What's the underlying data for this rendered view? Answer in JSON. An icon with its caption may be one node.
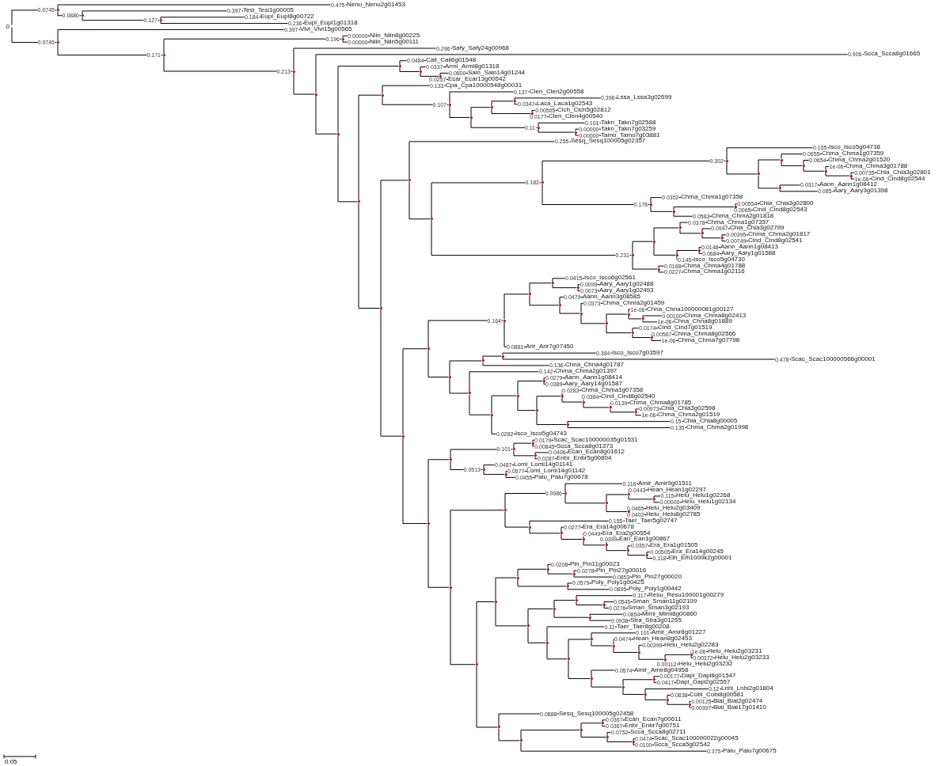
{
  "diagram": {
    "nodes": [
      {
        "text": [
          "0"
        ]
      },
      {
        "text": [],
        "shape": "dot"
      },
      {
        "text": [
          "Nenu_Nenu2g01453"
        ]
      },
      {
        "text": [],
        "shape": "dot"
      },
      {
        "text": [
          "Tesi_Tesi1g00005"
        ]
      },
      {
        "text": [],
        "shape": "dot"
      },
      {
        "text": [
          "Eupl_Eupl8g00722"
        ]
      },
      {
        "text": [
          "Eupl_Eupl1g01318"
        ]
      },
      {
        "text": [],
        "shape": "dot"
      },
      {
        "text": [
          "Vivi_Vivi15g00565"
        ]
      },
      {
        "text": [],
        "shape": "dot"
      },
      {
        "text": [],
        "shape": "dot"
      },
      {
        "text": [
          "Niin_Niin8g00225"
        ]
      },
      {
        "text": [
          "Niin_Niin5g00111"
        ]
      },
      {
        "text": [],
        "shape": "dot"
      },
      {
        "text": [
          "Safy_Safy24g00968"
        ]
      },
      {
        "text": [],
        "shape": "dot"
      },
      {
        "text": [
          "Scca_Scca8g01665"
        ]
      },
      {
        "text": [],
        "shape": "dot"
      },
      {
        "text": [],
        "shape": "dot"
      },
      {
        "text": [
          "Cali_Cali6g01548"
        ]
      },
      {
        "text": [],
        "shape": "dot"
      },
      {
        "text": [
          "Armi_Armi8g01318"
        ]
      },
      {
        "text": [],
        "shape": "dot"
      },
      {
        "text": [
          "Sain_Sain14g01244"
        ]
      },
      {
        "text": [
          "Ecar_Ecar13g00542"
        ]
      },
      {
        "text": [],
        "shape": "dot"
      },
      {
        "text": [],
        "shape": "dot"
      },
      {
        "text": [
          "Cpa_Cpa10000548g00031"
        ]
      },
      {
        "text": [],
        "shape": "dot"
      },
      {
        "text": [
          "Clen_Clen2g00558"
        ]
      },
      {
        "text": [],
        "shape": "dot"
      },
      {
        "text": [],
        "shape": "dot"
      },
      {
        "text": [],
        "shape": "dot"
      },
      {
        "text": [
          "Lssa_Lssa3g02699"
        ]
      },
      {
        "text": [
          "Laca_Laca1g02543"
        ]
      },
      {
        "text": [],
        "shape": "dot"
      },
      {
        "text": [
          "Cich_Cich5g02812"
        ]
      },
      {
        "text": [
          "Clen_Clen4g00540"
        ]
      },
      {
        "text": [],
        "shape": "dot"
      },
      {
        "text": [
          "Takn_Takn7g02588"
        ]
      },
      {
        "text": [],
        "shape": "dot"
      },
      {
        "text": [
          "Takn_Takn7g03259"
        ]
      },
      {
        "text": [
          "Tamo_Tamo7g03881"
        ]
      },
      {
        "text": [],
        "shape": "dot"
      },
      {
        "text": [],
        "shape": "dot"
      },
      {
        "text": [
          "Sesq_Sesq100005g02357"
        ]
      },
      {
        "text": [],
        "shape": "dot"
      },
      {
        "text": [],
        "shape": "dot"
      },
      {
        "text": [],
        "shape": "dot"
      },
      {
        "text": [
          "Isco_Isco5g04738"
        ]
      },
      {
        "text": [],
        "shape": "dot"
      },
      {
        "text": [],
        "shape": "dot"
      },
      {
        "text": [
          "Chma_Chma1g07359"
        ]
      },
      {
        "text": [],
        "shape": "dot"
      },
      {
        "text": [
          "Chma_Chma2g01520"
        ]
      },
      {
        "text": [],
        "shape": "dot"
      },
      {
        "text": [
          "Chma_Chma3g01788"
        ]
      },
      {
        "text": [],
        "shape": "dot"
      },
      {
        "text": [
          "Chia_Chia3g02801"
        ]
      },
      {
        "text": [
          "Cind_Cind8g02544"
        ]
      },
      {
        "text": [],
        "shape": "dot"
      },
      {
        "text": [
          "Aann_Aann1g08412"
        ]
      },
      {
        "text": [
          "Aary_Aary3g01398"
        ]
      },
      {
        "text": [],
        "shape": "dot"
      },
      {
        "text": [
          "Chma_Chma1g07358"
        ]
      },
      {
        "text": [],
        "shape": "dot"
      },
      {
        "text": [],
        "shape": "dot"
      },
      {
        "text": [
          "Chia_Chia3g02800"
        ]
      },
      {
        "text": [
          "Cind_Cind8g02543"
        ]
      },
      {
        "text": [
          "Chma_Chma2g01818"
        ]
      },
      {
        "text": [],
        "shape": "dot"
      },
      {
        "text": [],
        "shape": "dot"
      },
      {
        "text": [],
        "shape": "dot"
      },
      {
        "text": [
          "Chma_Chma1g07357"
        ]
      },
      {
        "text": [],
        "shape": "dot"
      },
      {
        "text": [
          "Chia_Chia3g02799"
        ]
      },
      {
        "text": [],
        "shape": "dot"
      },
      {
        "text": [
          "Chma_Chma2g01817"
        ]
      },
      {
        "text": [
          "Cind_Cind8g02541"
        ]
      },
      {
        "text": [],
        "shape": "dot"
      },
      {
        "text": [],
        "shape": "dot"
      },
      {
        "text": [
          "Aann_Aann1g08413"
        ]
      },
      {
        "text": [
          "Aary_Aary1g01588"
        ]
      },
      {
        "text": [
          "Isco_Isco5g04730"
        ]
      },
      {
        "text": [],
        "shape": "dot"
      },
      {
        "text": [
          "Chma_Chma4g01788"
        ]
      },
      {
        "text": [
          "Chma_Chma1g02116"
        ]
      },
      {
        "text": [],
        "shape": "dot"
      },
      {
        "text": [],
        "shape": "dot"
      },
      {
        "text": [],
        "shape": "dot"
      },
      {
        "text": [],
        "shape": "dot"
      },
      {
        "text": [],
        "shape": "dot"
      },
      {
        "text": [
          "Isco_Isco6g02561"
        ]
      },
      {
        "text": [],
        "shape": "dot"
      },
      {
        "text": [
          "Aary_Aary1g02488"
        ]
      },
      {
        "text": [
          "Aary_Aary1g02493"
        ]
      },
      {
        "text": [],
        "shape": "dot"
      },
      {
        "text": [
          "Aann_Aann3g08585"
        ]
      },
      {
        "text": [],
        "shape": "dot"
      },
      {
        "text": [
          "Chma_Chma2g01459"
        ]
      },
      {
        "text": [],
        "shape": "dot"
      },
      {
        "text": [],
        "shape": "dot"
      },
      {
        "text": [
          "Chna_Chna100000081g00127"
        ]
      },
      {
        "text": [],
        "shape": "dot"
      },
      {
        "text": [
          "Chma_Chma8g02413"
        ]
      },
      {
        "text": [
          "Chna_Chna8g01889"
        ]
      },
      {
        "text": [],
        "shape": "dot"
      },
      {
        "text": [
          "Cind_Cind7g01519"
        ]
      },
      {
        "text": [],
        "shape": "dot"
      },
      {
        "text": [
          "Chma_Chma8g02566"
        ]
      },
      {
        "text": [
          "Chma_Chma7g07798"
        ]
      },
      {
        "text": [
          "Arir_Arir7g07450"
        ]
      },
      {
        "text": [],
        "shape": "dot"
      },
      {
        "text": [],
        "shape": "dot"
      },
      {
        "text": [],
        "shape": "dot"
      },
      {
        "text": [
          "Isco_Isco7g03597"
        ]
      },
      {
        "text": [
          "Scac_Scac100000566g00001"
        ]
      },
      {
        "text": [
          "Chna_Chna4g01787"
        ]
      },
      {
        "text": [],
        "shape": "dot"
      },
      {
        "text": [
          "Chma_Chma2g01397"
        ]
      },
      {
        "text": [],
        "shape": "dot"
      },
      {
        "text": [],
        "shape": "dot"
      },
      {
        "text": [],
        "shape": "dot"
      },
      {
        "text": [
          "Aann_Aann1g08414"
        ]
      },
      {
        "text": [
          "Aary_Aary14g01587"
        ]
      },
      {
        "text": [],
        "shape": "dot"
      },
      {
        "text": [],
        "shape": "dot"
      },
      {
        "text": [
          "Chma_Chma1g07358"
        ]
      },
      {
        "text": [],
        "shape": "dot"
      },
      {
        "text": [
          "Cind_Cind8g02540"
        ]
      },
      {
        "text": [],
        "shape": "dot"
      },
      {
        "text": [
          "Chma_Chma8g01785"
        ]
      },
      {
        "text": [],
        "shape": "dot"
      },
      {
        "text": [
          "Chia_Chia3g02598"
        ]
      },
      {
        "text": [
          "Chma_Chma2g01519"
        ]
      },
      {
        "text": [],
        "shape": "dot"
      },
      {
        "text": [
          "Chia_Chia8g00005"
        ]
      },
      {
        "text": [
          "Chma_Chma2g01998"
        ]
      },
      {
        "text": [
          "Isco_Isco5g04743"
        ]
      },
      {
        "text": [],
        "shape": "dot"
      },
      {
        "text": [],
        "shape": "dot"
      },
      {
        "text": [],
        "shape": "dot"
      },
      {
        "text": [],
        "shape": "dot"
      },
      {
        "text": [
          "Scac_Scac100000035g01531"
        ]
      },
      {
        "text": [
          "Scca_Scca8g01373"
        ]
      },
      {
        "text": [],
        "shape": "dot"
      },
      {
        "text": [
          "Ecan_Ecan8g01612"
        ]
      },
      {
        "text": [
          "Enbr_Enbr5g00804"
        ]
      },
      {
        "text": [],
        "shape": "dot"
      },
      {
        "text": [
          "Lomi_Lomi14g01141"
        ]
      },
      {
        "text": [],
        "shape": "dot"
      },
      {
        "text": [
          "Lomi_Lomi14g01142"
        ]
      },
      {
        "text": [
          "Palu_Palu7g00678"
        ]
      },
      {
        "text": [],
        "shape": "dot"
      },
      {
        "text": [],
        "shape": "dot"
      },
      {
        "text": [],
        "shape": "dot"
      },
      {
        "text": [
          "Amir_Amir9g01511"
        ]
      },
      {
        "text": [],
        "shape": "dot"
      },
      {
        "text": [],
        "shape": "dot"
      },
      {
        "text": [
          "Hean_Hean1g02297"
        ]
      },
      {
        "text": [],
        "shape": "dot"
      },
      {
        "text": [
          "Helu_Helu1g02268"
        ]
      },
      {
        "text": [
          "Helu_Helu1g02134"
        ]
      },
      {
        "text": [],
        "shape": "dot"
      },
      {
        "text": [
          "Helu_Helu2g03409"
        ]
      },
      {
        "text": [
          "Helu_Helu8g02785"
        ]
      },
      {
        "text": [],
        "shape": "dot"
      },
      {
        "text": [
          "Taer_Taer5g02747"
        ]
      },
      {
        "text": [],
        "shape": "dot"
      },
      {
        "text": [
          "Era_Era14g00678"
        ]
      },
      {
        "text": [],
        "shape": "dot"
      },
      {
        "text": [
          "Era_Era2g00554"
        ]
      },
      {
        "text": [],
        "shape": "dot"
      },
      {
        "text": [
          "Ean_Ean1g00867"
        ]
      },
      {
        "text": [],
        "shape": "dot"
      },
      {
        "text": [
          "Era_Era1g01505"
        ]
      },
      {
        "text": [],
        "shape": "dot"
      },
      {
        "text": [
          "Era_Era14g00245"
        ]
      },
      {
        "text": [
          "Elh_Elh1000k2g00001"
        ]
      },
      {
        "text": [],
        "shape": "dot"
      },
      {
        "text": [],
        "shape": "dot"
      },
      {
        "text": [],
        "shape": "dot"
      },
      {
        "text": [],
        "shape": "dot"
      },
      {
        "text": [
          "Pin_Pin11g00023"
        ]
      },
      {
        "text": [],
        "shape": "dot"
      },
      {
        "text": [
          "Pin_Pin27g00016"
        ]
      },
      {
        "text": [
          "Pin_Pin27g00020"
        ]
      },
      {
        "text": [],
        "shape": "dot"
      },
      {
        "text": [
          "Poly_Poly1g00425"
        ]
      },
      {
        "text": [
          "Poly_Poly1g00442"
        ]
      },
      {
        "text": [],
        "shape": "dot"
      },
      {
        "text": [],
        "shape": "dot"
      },
      {
        "text": [],
        "shape": "dot"
      },
      {
        "text": [
          "Resu_Resu100001g00279"
        ]
      },
      {
        "text": [],
        "shape": "dot"
      },
      {
        "text": [
          "Sman_Sman11g02109"
        ]
      },
      {
        "text": [
          "Sman_Sman3g02193"
        ]
      },
      {
        "text": [],
        "shape": "dot"
      },
      {
        "text": [
          "Mimi_Mimi8g00860"
        ]
      },
      {
        "text": [
          "Stra_Stra3g01255"
        ]
      },
      {
        "text": [],
        "shape": "dot"
      },
      {
        "text": [
          "Taer_Taer8g00208"
        ]
      },
      {
        "text": [],
        "shape": "dot"
      },
      {
        "text": [],
        "shape": "dot"
      },
      {
        "text": [
          "Amir_Amir8g01227"
        ]
      },
      {
        "text": [],
        "shape": "dot"
      },
      {
        "text": [
          "Hean_Hean8g02453"
        ]
      },
      {
        "text": [],
        "shape": "dot"
      },
      {
        "text": [
          "Helu_Helu2g02283"
        ]
      },
      {
        "text": [],
        "shape": "dot"
      },
      {
        "text": [],
        "shape": "dot"
      },
      {
        "text": [
          "Helu_Helu2g03231"
        ]
      },
      {
        "text": [
          "Helu_Helu2g03233"
        ]
      },
      {
        "text": [
          "Helu_Helu2g03232"
        ]
      },
      {
        "text": [],
        "shape": "dot"
      },
      {
        "text": [
          "Amir_Amir8g04958"
        ]
      },
      {
        "text": [],
        "shape": "dot"
      },
      {
        "text": [],
        "shape": "dot"
      },
      {
        "text": [
          "Dapi_Dapi8g01547"
        ]
      },
      {
        "text": [
          "Dapi_Dapi2g02557"
        ]
      },
      {
        "text": [],
        "shape": "dot"
      },
      {
        "text": [
          "Lnhi_Lnhi2g01804"
        ]
      },
      {
        "text": [],
        "shape": "dot"
      },
      {
        "text": [
          "Cobi_Cobi8g00581"
        ]
      },
      {
        "text": [],
        "shape": "dot"
      },
      {
        "text": [
          "Biai_Biai2g02474"
        ]
      },
      {
        "text": [
          "Biai_Biai17g01410"
        ]
      },
      {
        "text": [],
        "shape": "dot"
      },
      {
        "text": [
          "Sesq_Sesq100005g02458"
        ]
      },
      {
        "text": [],
        "shape": "dot"
      },
      {
        "text": [],
        "shape": "dot"
      },
      {
        "text": [],
        "shape": "dot"
      },
      {
        "text": [
          "Ecan_Ecan7g00611"
        ]
      },
      {
        "text": [
          "Enbr_Enbr7g00751"
        ]
      },
      {
        "text": [],
        "shape": "dot"
      },
      {
        "text": [
          "Scca_Scca8g02711"
        ]
      },
      {
        "text": [],
        "shape": "dot"
      },
      {
        "text": [
          "Scac_Scac100000022g00045"
        ]
      },
      {
        "text": [
          "Scca_Scca5g02542"
        ]
      },
      {
        "text": [
          "Palu_Palu7g00675"
        ]
      }
    ],
    "edges": [
      {
        "from": 0,
        "to": 1,
        "arrow": "none",
        "label": "0.0745"
      },
      {
        "from": 1,
        "to": 2,
        "arrow": "none",
        "label": "0.475"
      },
      {
        "from": 1,
        "to": 3,
        "arrow": "none",
        "label": "0.0880"
      },
      {
        "from": 3,
        "to": 4,
        "arrow": "none",
        "label": "0.397"
      },
      {
        "from": 3,
        "to": 5,
        "arrow": "none",
        "label": "0.127"
      },
      {
        "from": 5,
        "to": 6,
        "arrow": "none",
        "label": "0.184"
      },
      {
        "from": 5,
        "to": 7,
        "arrow": "none",
        "label": "0.236"
      },
      {
        "from": 0,
        "to": 8,
        "arrow": "none",
        "label": "0.0745"
      },
      {
        "from": 8,
        "to": 9,
        "arrow": "none",
        "label": "0.397"
      },
      {
        "from": 8,
        "to": 10,
        "arrow": "none",
        "label": "0.171"
      },
      {
        "from": 10,
        "to": 11,
        "arrow": "none",
        "label": "0.196"
      },
      {
        "from": 11,
        "to": 12,
        "arrow": "none",
        "label": "0.00000"
      },
      {
        "from": 11,
        "to": 13,
        "arrow": "none",
        "label": "0.00000"
      },
      {
        "from": 10,
        "to": 14,
        "arrow": "none",
        "label": "0.213"
      },
      {
        "from": 14,
        "to": 15,
        "arrow": "none",
        "label": "0.296"
      },
      {
        "from": 14,
        "to": 16,
        "arrow": "none"
      },
      {
        "from": 16,
        "to": 17,
        "arrow": "none",
        "label": "0.906"
      },
      {
        "from": 16,
        "to": 18,
        "arrow": "none"
      },
      {
        "from": 18,
        "to": 19,
        "arrow": "none"
      },
      {
        "from": 19,
        "to": 20,
        "arrow": "none",
        "label": "0.0484"
      },
      {
        "from": 19,
        "to": 21,
        "arrow": "none"
      },
      {
        "from": 21,
        "to": 22,
        "arrow": "none",
        "label": "0.0337"
      },
      {
        "from": 21,
        "to": 23,
        "arrow": "none"
      },
      {
        "from": 23,
        "to": 24,
        "arrow": "none",
        "label": "0.0800"
      },
      {
        "from": 23,
        "to": 25,
        "arrow": "none",
        "label": "0.0257"
      },
      {
        "from": 18,
        "to": 26,
        "arrow": "none"
      },
      {
        "from": 26,
        "to": 27,
        "arrow": "none"
      },
      {
        "from": 27,
        "to": 28,
        "arrow": "none",
        "label": "0.133"
      },
      {
        "from": 27,
        "to": 29,
        "arrow": "none",
        "label": "0.107"
      },
      {
        "from": 29,
        "to": 30,
        "arrow": "none",
        "label": "0.137"
      },
      {
        "from": 29,
        "to": 31,
        "arrow": "none"
      },
      {
        "from": 31,
        "to": 32,
        "arrow": "none"
      },
      {
        "from": 32,
        "to": 33,
        "arrow": "none"
      },
      {
        "from": 33,
        "to": 34,
        "arrow": "none",
        "label": "0.398"
      },
      {
        "from": 33,
        "to": 35,
        "arrow": "none",
        "label": "0.0347"
      },
      {
        "from": 32,
        "to": 36,
        "arrow": "none"
      },
      {
        "from": 36,
        "to": 37,
        "arrow": "none",
        "label": "0.00565"
      },
      {
        "from": 36,
        "to": 38,
        "arrow": "none",
        "label": "0.0177"
      },
      {
        "from": 31,
        "to": 39,
        "arrow": "none",
        "label": "0.11"
      },
      {
        "from": 39,
        "to": 40,
        "arrow": "none",
        "label": "0.101"
      },
      {
        "from": 39,
        "to": 41,
        "arrow": "none"
      },
      {
        "from": 41,
        "to": 42,
        "arrow": "none",
        "label": "0.00000"
      },
      {
        "from": 41,
        "to": 43,
        "arrow": "none",
        "label": "0.00000"
      },
      {
        "from": 26,
        "to": 44,
        "arrow": "none"
      },
      {
        "from": 44,
        "to": 45,
        "arrow": "none"
      },
      {
        "from": 45,
        "to": 46,
        "arrow": "none",
        "label": "0.255"
      },
      {
        "from": 45,
        "to": 47,
        "arrow": "none"
      },
      {
        "from": 47,
        "to": 48,
        "arrow": "none",
        "label": "0.182"
      },
      {
        "from": 48,
        "to": 49,
        "arrow": "none",
        "label": "0.302"
      },
      {
        "from": 49,
        "to": 50,
        "arrow": "none",
        "label": "0.155"
      },
      {
        "from": 49,
        "to": 51,
        "arrow": "none"
      },
      {
        "from": 51,
        "to": 52,
        "arrow": "none"
      },
      {
        "from": 52,
        "to": 53,
        "arrow": "none",
        "label": "0.0655"
      },
      {
        "from": 52,
        "to": 54,
        "arrow": "none"
      },
      {
        "from": 54,
        "to": 55,
        "arrow": "none",
        "label": "0.0654"
      },
      {
        "from": 54,
        "to": 56,
        "arrow": "none"
      },
      {
        "from": 56,
        "to": 57,
        "arrow": "none",
        "label": "1e-06"
      },
      {
        "from": 56,
        "to": 58,
        "arrow": "none"
      },
      {
        "from": 58,
        "to": 59,
        "arrow": "none",
        "label": "0.00735"
      },
      {
        "from": 58,
        "to": 60,
        "arrow": "none",
        "label": "1e-06"
      },
      {
        "from": 51,
        "to": 61,
        "arrow": "none"
      },
      {
        "from": 61,
        "to": 62,
        "arrow": "none",
        "label": "0.0317"
      },
      {
        "from": 61,
        "to": 63,
        "arrow": "none",
        "label": "0.085"
      },
      {
        "from": 48,
        "to": 64,
        "arrow": "none",
        "label": "0.178"
      },
      {
        "from": 64,
        "to": 65,
        "arrow": "none",
        "label": "0.0352"
      },
      {
        "from": 64,
        "to": 66,
        "arrow": "none"
      },
      {
        "from": 66,
        "to": 67,
        "arrow": "none"
      },
      {
        "from": 67,
        "to": 68,
        "arrow": "none",
        "label": "0.00554"
      },
      {
        "from": 67,
        "to": 69,
        "arrow": "none",
        "label": "0.0065"
      },
      {
        "from": 66,
        "to": 70,
        "arrow": "none",
        "label": "0.0583"
      },
      {
        "from": 47,
        "to": 71,
        "arrow": "none",
        "label": "0.231"
      },
      {
        "from": 71,
        "to": 72,
        "arrow": "none"
      },
      {
        "from": 72,
        "to": 73,
        "arrow": "none"
      },
      {
        "from": 73,
        "to": 74,
        "arrow": "none",
        "label": "0.0378"
      },
      {
        "from": 73,
        "to": 75,
        "arrow": "none"
      },
      {
        "from": 75,
        "to": 76,
        "arrow": "none",
        "label": "0.0997"
      },
      {
        "from": 75,
        "to": 77,
        "arrow": "none"
      },
      {
        "from": 77,
        "to": 78,
        "arrow": "none",
        "label": "0.00395"
      },
      {
        "from": 77,
        "to": 79,
        "arrow": "none",
        "label": "0.00749"
      },
      {
        "from": 72,
        "to": 80,
        "arrow": "none"
      },
      {
        "from": 80,
        "to": 81,
        "arrow": "none"
      },
      {
        "from": 81,
        "to": 82,
        "arrow": "none",
        "label": "0.0148"
      },
      {
        "from": 81,
        "to": 83,
        "arrow": "none",
        "label": "0.0684"
      },
      {
        "from": 80,
        "to": 84,
        "arrow": "none",
        "label": "0.145"
      },
      {
        "from": 71,
        "to": 85,
        "arrow": "none"
      },
      {
        "from": 85,
        "to": 86,
        "arrow": "none",
        "label": "0.0168"
      },
      {
        "from": 85,
        "to": 87,
        "arrow": "none",
        "label": "0.0227"
      },
      {
        "from": 44,
        "to": 88,
        "arrow": "none"
      },
      {
        "from": 88,
        "to": 89,
        "arrow": "none"
      },
      {
        "from": 89,
        "to": 90,
        "arrow": "none",
        "label": "0.164"
      },
      {
        "from": 90,
        "to": 91,
        "arrow": "none"
      },
      {
        "from": 91,
        "to": 92,
        "arrow": "none"
      },
      {
        "from": 92,
        "to": 93,
        "arrow": "none",
        "label": "0.0415"
      },
      {
        "from": 92,
        "to": 94,
        "arrow": "none"
      },
      {
        "from": 94,
        "to": 95,
        "arrow": "none",
        "label": "0.0099"
      },
      {
        "from": 94,
        "to": 96,
        "arrow": "none",
        "label": "0.0073"
      },
      {
        "from": 91,
        "to": 97,
        "arrow": "none"
      },
      {
        "from": 97,
        "to": 98,
        "arrow": "none",
        "label": "0.0479"
      },
      {
        "from": 97,
        "to": 99,
        "arrow": "none"
      },
      {
        "from": 99,
        "to": 100,
        "arrow": "none",
        "label": "0.0373"
      },
      {
        "from": 99,
        "to": 101,
        "arrow": "none"
      },
      {
        "from": 101,
        "to": 102,
        "arrow": "none"
      },
      {
        "from": 102,
        "to": 103,
        "arrow": "none",
        "label": "1e-06"
      },
      {
        "from": 102,
        "to": 104,
        "arrow": "none"
      },
      {
        "from": 104,
        "to": 105,
        "arrow": "none",
        "label": "0.00100"
      },
      {
        "from": 104,
        "to": 106,
        "arrow": "none",
        "label": "1e-06"
      },
      {
        "from": 101,
        "to": 107,
        "arrow": "none"
      },
      {
        "from": 107,
        "to": 108,
        "arrow": "none",
        "label": "0.0174"
      },
      {
        "from": 107,
        "to": 109,
        "arrow": "none"
      },
      {
        "from": 109,
        "to": 110,
        "arrow": "none",
        "label": "0.00567"
      },
      {
        "from": 109,
        "to": 111,
        "arrow": "none",
        "label": "1e-06"
      },
      {
        "from": 90,
        "to": 112,
        "arrow": "none",
        "label": "0.0881"
      },
      {
        "from": 89,
        "to": 113,
        "arrow": "none"
      },
      {
        "from": 113,
        "to": 114,
        "arrow": "none"
      },
      {
        "from": 114,
        "to": 115,
        "arrow": "none"
      },
      {
        "from": 115,
        "to": 116,
        "arrow": "none",
        "label": "0.384"
      },
      {
        "from": 115,
        "to": 117,
        "arrow": "none",
        "label": "0.478"
      },
      {
        "from": 114,
        "to": 118,
        "arrow": "none",
        "label": "0.136"
      },
      {
        "from": 113,
        "to": 119,
        "arrow": "none"
      },
      {
        "from": 119,
        "to": 120,
        "arrow": "none",
        "label": "0.142"
      },
      {
        "from": 119,
        "to": 121,
        "arrow": "none"
      },
      {
        "from": 121,
        "to": 122,
        "arrow": "none"
      },
      {
        "from": 122,
        "to": 123,
        "arrow": "none"
      },
      {
        "from": 123,
        "to": 124,
        "arrow": "none",
        "label": "0.0279"
      },
      {
        "from": 123,
        "to": 125,
        "arrow": "none",
        "label": "0.0389"
      },
      {
        "from": 122,
        "to": 126,
        "arrow": "none"
      },
      {
        "from": 126,
        "to": 127,
        "arrow": "none"
      },
      {
        "from": 127,
        "to": 128,
        "arrow": "none",
        "label": "0.0283"
      },
      {
        "from": 127,
        "to": 129,
        "arrow": "none"
      },
      {
        "from": 129,
        "to": 130,
        "arrow": "none",
        "label": "0.0364"
      },
      {
        "from": 129,
        "to": 131,
        "arrow": "none"
      },
      {
        "from": 131,
        "to": 132,
        "arrow": "none",
        "label": "0.0139"
      },
      {
        "from": 131,
        "to": 133,
        "arrow": "none"
      },
      {
        "from": 133,
        "to": 134,
        "arrow": "none",
        "label": "0.00973"
      },
      {
        "from": 133,
        "to": 135,
        "arrow": "none",
        "label": "1e-06"
      },
      {
        "from": 126,
        "to": 136,
        "arrow": "none"
      },
      {
        "from": 136,
        "to": 137,
        "arrow": "none",
        "label": "0.15"
      },
      {
        "from": 136,
        "to": 138,
        "arrow": "none",
        "label": "0.135"
      },
      {
        "from": 121,
        "to": 139,
        "arrow": "none",
        "label": "0.0282"
      },
      {
        "from": 88,
        "to": 140,
        "arrow": "none"
      },
      {
        "from": 140,
        "to": 141,
        "arrow": "none"
      },
      {
        "from": 141,
        "to": 142,
        "arrow": "none",
        "label": "0.101"
      },
      {
        "from": 142,
        "to": 143,
        "arrow": "none"
      },
      {
        "from": 143,
        "to": 144,
        "arrow": "none",
        "label": "0.0179"
      },
      {
        "from": 143,
        "to": 145,
        "arrow": "none",
        "label": "0.00845"
      },
      {
        "from": 142,
        "to": 146,
        "arrow": "none"
      },
      {
        "from": 146,
        "to": 147,
        "arrow": "none",
        "label": "0.0406"
      },
      {
        "from": 146,
        "to": 148,
        "arrow": "none",
        "label": "0.0287"
      },
      {
        "from": 141,
        "to": 149,
        "arrow": "none",
        "label": "0.0513"
      },
      {
        "from": 149,
        "to": 150,
        "arrow": "none",
        "label": "0.0487"
      },
      {
        "from": 149,
        "to": 151,
        "arrow": "none"
      },
      {
        "from": 151,
        "to": 152,
        "arrow": "none",
        "label": "0.0577"
      },
      {
        "from": 151,
        "to": 153,
        "arrow": "none",
        "label": "0.0455"
      },
      {
        "from": 140,
        "to": 154,
        "arrow": "none"
      },
      {
        "from": 154,
        "to": 155,
        "arrow": "none"
      },
      {
        "from": 155,
        "to": 156,
        "arrow": "none",
        "label": "0.0986"
      },
      {
        "from": 156,
        "to": 157,
        "arrow": "none",
        "label": "0.118"
      },
      {
        "from": 156,
        "to": 158,
        "arrow": "none"
      },
      {
        "from": 158,
        "to": 159,
        "arrow": "none"
      },
      {
        "from": 159,
        "to": 160,
        "arrow": "none",
        "label": "0.0443"
      },
      {
        "from": 159,
        "to": 161,
        "arrow": "none"
      },
      {
        "from": 161,
        "to": 162,
        "arrow": "none",
        "label": "0.115"
      },
      {
        "from": 161,
        "to": 163,
        "arrow": "none",
        "label": "0.00000"
      },
      {
        "from": 158,
        "to": 164,
        "arrow": "none"
      },
      {
        "from": 164,
        "to": 165,
        "arrow": "none",
        "label": "0.0465"
      },
      {
        "from": 164,
        "to": 166,
        "arrow": "none",
        "label": "0.0402"
      },
      {
        "from": 155,
        "to": 167,
        "arrow": "none"
      },
      {
        "from": 167,
        "to": 168,
        "arrow": "none",
        "label": "0.155"
      },
      {
        "from": 167,
        "to": 169,
        "arrow": "none"
      },
      {
        "from": 169,
        "to": 170,
        "arrow": "none",
        "label": "0.0277"
      },
      {
        "from": 169,
        "to": 171,
        "arrow": "none"
      },
      {
        "from": 171,
        "to": 172,
        "arrow": "none",
        "label": "0.0449"
      },
      {
        "from": 171,
        "to": 173,
        "arrow": "none"
      },
      {
        "from": 173,
        "to": 174,
        "arrow": "none",
        "label": "0.0399"
      },
      {
        "from": 173,
        "to": 175,
        "arrow": "none"
      },
      {
        "from": 175,
        "to": 176,
        "arrow": "none",
        "label": "0.0357"
      },
      {
        "from": 175,
        "to": 177,
        "arrow": "none"
      },
      {
        "from": 177,
        "to": 178,
        "arrow": "none",
        "label": "0.00505"
      },
      {
        "from": 177,
        "to": 179,
        "arrow": "none",
        "label": "0.118"
      },
      {
        "from": 154,
        "to": 180,
        "arrow": "none"
      },
      {
        "from": 180,
        "to": 181,
        "arrow": "none"
      },
      {
        "from": 181,
        "to": 182,
        "arrow": "none"
      },
      {
        "from": 182,
        "to": 183,
        "arrow": "none"
      },
      {
        "from": 183,
        "to": 184,
        "arrow": "none",
        "label": "0.0208"
      },
      {
        "from": 183,
        "to": 185,
        "arrow": "none"
      },
      {
        "from": 185,
        "to": 186,
        "arrow": "none",
        "label": "0.0278"
      },
      {
        "from": 185,
        "to": 187,
        "arrow": "none",
        "label": "0.0853"
      },
      {
        "from": 182,
        "to": 188,
        "arrow": "none"
      },
      {
        "from": 188,
        "to": 189,
        "arrow": "none",
        "label": "0.0579"
      },
      {
        "from": 188,
        "to": 190,
        "arrow": "none",
        "label": "0.0895"
      },
      {
        "from": 181,
        "to": 191,
        "arrow": "none"
      },
      {
        "from": 191,
        "to": 192,
        "arrow": "none"
      },
      {
        "from": 192,
        "to": 193,
        "arrow": "none"
      },
      {
        "from": 193,
        "to": 194,
        "arrow": "none",
        "label": "0.117"
      },
      {
        "from": 193,
        "to": 195,
        "arrow": "none"
      },
      {
        "from": 195,
        "to": 196,
        "arrow": "none",
        "label": "0.0545"
      },
      {
        "from": 195,
        "to": 197,
        "arrow": "none",
        "label": "0.0276"
      },
      {
        "from": 192,
        "to": 198,
        "arrow": "none"
      },
      {
        "from": 198,
        "to": 199,
        "arrow": "none",
        "label": "0.0854"
      },
      {
        "from": 198,
        "to": 200,
        "arrow": "none",
        "label": "0.0938"
      },
      {
        "from": 191,
        "to": 201,
        "arrow": "none"
      },
      {
        "from": 201,
        "to": 202,
        "arrow": "none",
        "label": "0.11"
      },
      {
        "from": 201,
        "to": 203,
        "arrow": "none"
      },
      {
        "from": 203,
        "to": 204,
        "arrow": "none"
      },
      {
        "from": 204,
        "to": 205,
        "arrow": "none",
        "label": "0.101"
      },
      {
        "from": 204,
        "to": 206,
        "arrow": "none"
      },
      {
        "from": 206,
        "to": 207,
        "arrow": "none",
        "label": "0.0474"
      },
      {
        "from": 206,
        "to": 208,
        "arrow": "none"
      },
      {
        "from": 208,
        "to": 209,
        "arrow": "none",
        "label": "0.00399"
      },
      {
        "from": 208,
        "to": 210,
        "arrow": "none"
      },
      {
        "from": 210,
        "to": 211,
        "arrow": "none"
      },
      {
        "from": 211,
        "to": 212,
        "arrow": "none",
        "label": "1e-06"
      },
      {
        "from": 211,
        "to": 213,
        "arrow": "none",
        "label": "0.00372"
      },
      {
        "from": 210,
        "to": 214,
        "arrow": "none",
        "label": "0.00112"
      },
      {
        "from": 203,
        "to": 215,
        "arrow": "none"
      },
      {
        "from": 215,
        "to": 216,
        "arrow": "none",
        "label": "0.0574"
      },
      {
        "from": 215,
        "to": 217,
        "arrow": "none"
      },
      {
        "from": 217,
        "to": 218,
        "arrow": "none"
      },
      {
        "from": 218,
        "to": 219,
        "arrow": "none",
        "label": "0.00177"
      },
      {
        "from": 218,
        "to": 220,
        "arrow": "none",
        "label": "0.0417"
      },
      {
        "from": 217,
        "to": 221,
        "arrow": "none"
      },
      {
        "from": 221,
        "to": 222,
        "arrow": "none",
        "label": "0.12"
      },
      {
        "from": 221,
        "to": 223,
        "arrow": "none"
      },
      {
        "from": 223,
        "to": 224,
        "arrow": "none",
        "label": "0.0838"
      },
      {
        "from": 223,
        "to": 225,
        "arrow": "none"
      },
      {
        "from": 225,
        "to": 226,
        "arrow": "none",
        "label": "0.00125"
      },
      {
        "from": 225,
        "to": 227,
        "arrow": "none",
        "label": "0.00397"
      },
      {
        "from": 180,
        "to": 228,
        "arrow": "none"
      },
      {
        "from": 228,
        "to": 229,
        "arrow": "none",
        "label": "0.0888"
      },
      {
        "from": 228,
        "to": 230,
        "arrow": "none"
      },
      {
        "from": 230,
        "to": 231,
        "arrow": "none"
      },
      {
        "from": 231,
        "to": 232,
        "arrow": "none"
      },
      {
        "from": 232,
        "to": 233,
        "arrow": "none",
        "label": "0.0367"
      },
      {
        "from": 232,
        "to": 234,
        "arrow": "none",
        "label": "0.0367"
      },
      {
        "from": 231,
        "to": 235,
        "arrow": "none"
      },
      {
        "from": 235,
        "to": 236,
        "arrow": "none",
        "label": "0.0752"
      },
      {
        "from": 235,
        "to": 237,
        "arrow": "none"
      },
      {
        "from": 237,
        "to": 238,
        "arrow": "none",
        "label": "0.0474"
      },
      {
        "from": 237,
        "to": 239,
        "arrow": "none",
        "label": "0.0100"
      },
      {
        "from": 230,
        "to": 240,
        "arrow": "none",
        "label": "0.375"
      }
    ],
    "labels": [
      "0.05"
    ]
  }
}
